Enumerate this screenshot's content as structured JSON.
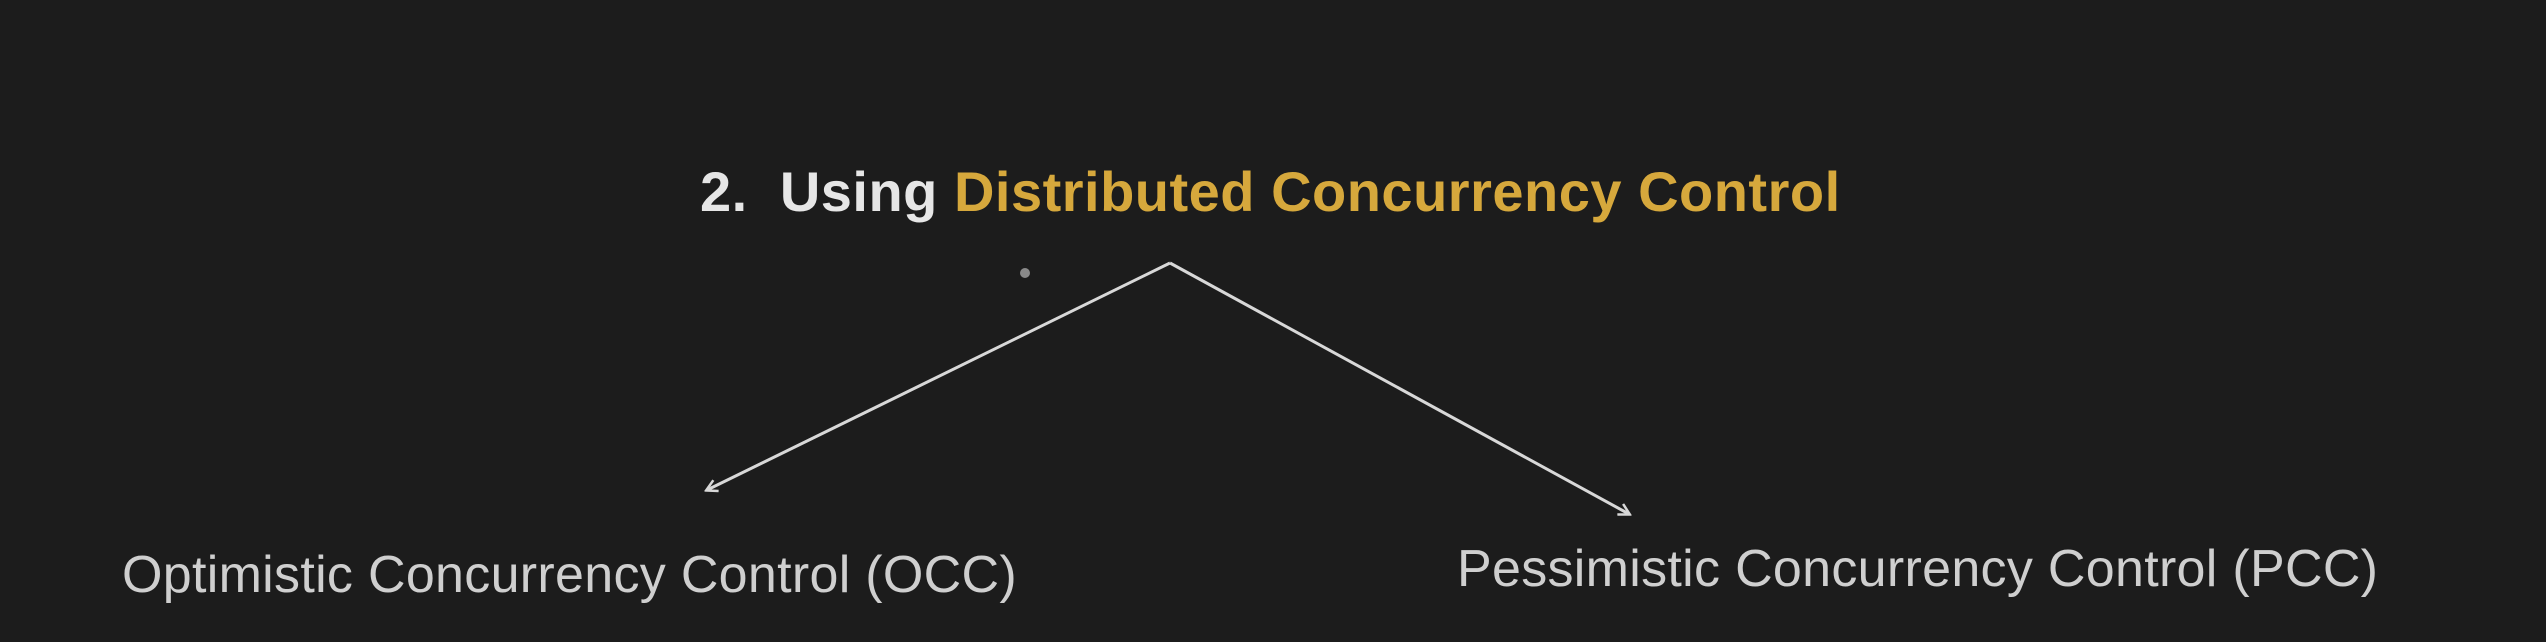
{
  "title": {
    "number": "2.",
    "lead": "Using",
    "accent": "Distributed Concurrency Control"
  },
  "nodes": {
    "left": "Optimistic Concurrency Control (OCC)",
    "right": "Pessimistic Concurrency Control (PCC)"
  },
  "colors": {
    "background": "#1c1c1c",
    "title_text": "#e6e6e6",
    "accent": "#d6a83c",
    "node_text": "#cfcfcf",
    "arrow": "#d8d8d8"
  }
}
